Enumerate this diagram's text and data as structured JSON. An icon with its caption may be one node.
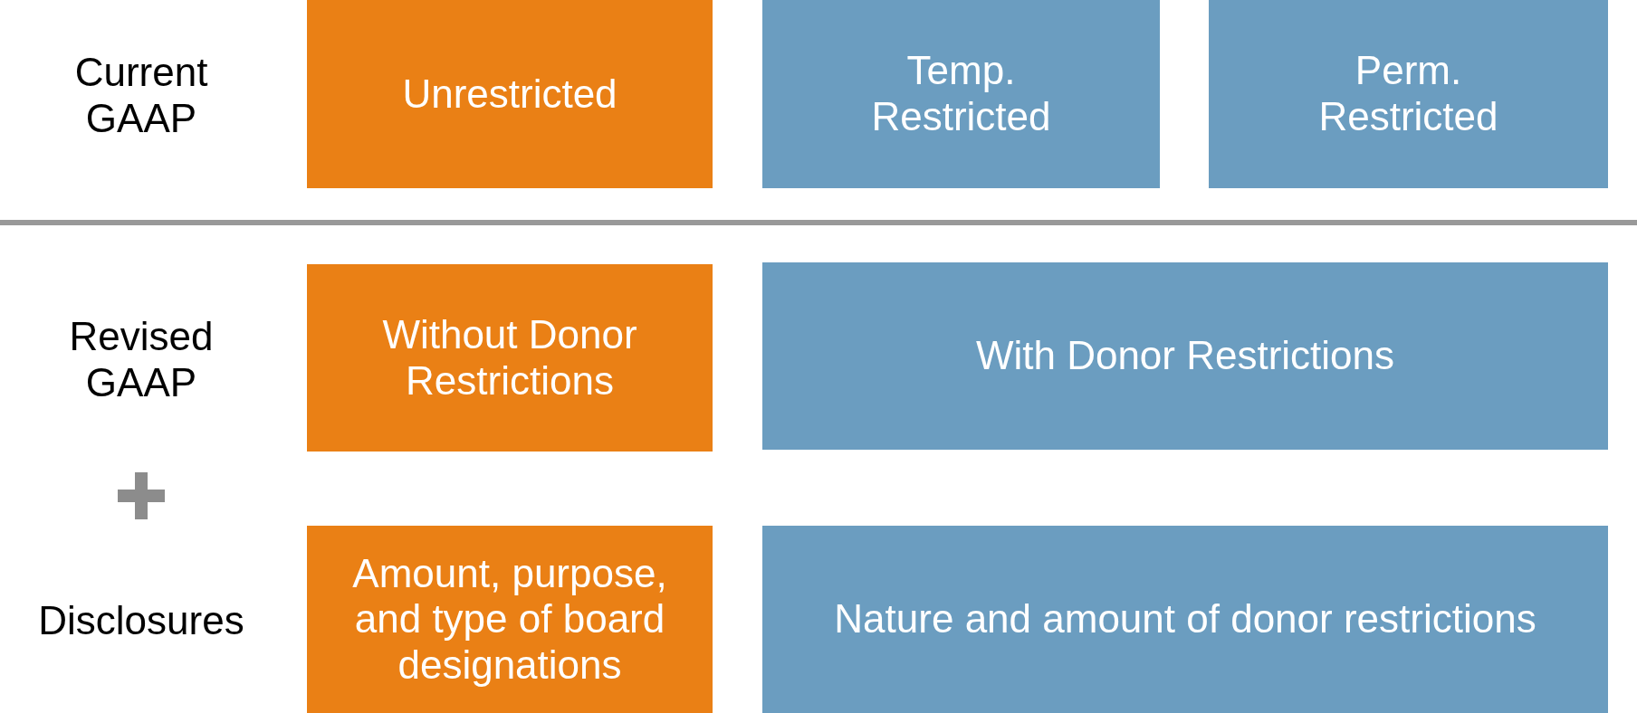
{
  "diagram": {
    "nodes": [
      {
        "text": [
          "Unrestricted"
        ]
      },
      {
        "text": [
          "Temp. Restricted"
        ]
      },
      {
        "text": [
          "Perm. Restricted"
        ]
      },
      {
        "text": [
          "Without Donor Restrictions"
        ]
      },
      {
        "text": [
          "With Donor Restrictions"
        ]
      },
      {
        "text": [
          "Amount, purpose, and type of board designations"
        ]
      },
      {
        "text": [
          "Nature and amount of donor restrictions"
        ]
      }
    ],
    "labels": [
      "Current GAAP",
      "Revised GAAP",
      "Disclosures"
    ]
  }
}
